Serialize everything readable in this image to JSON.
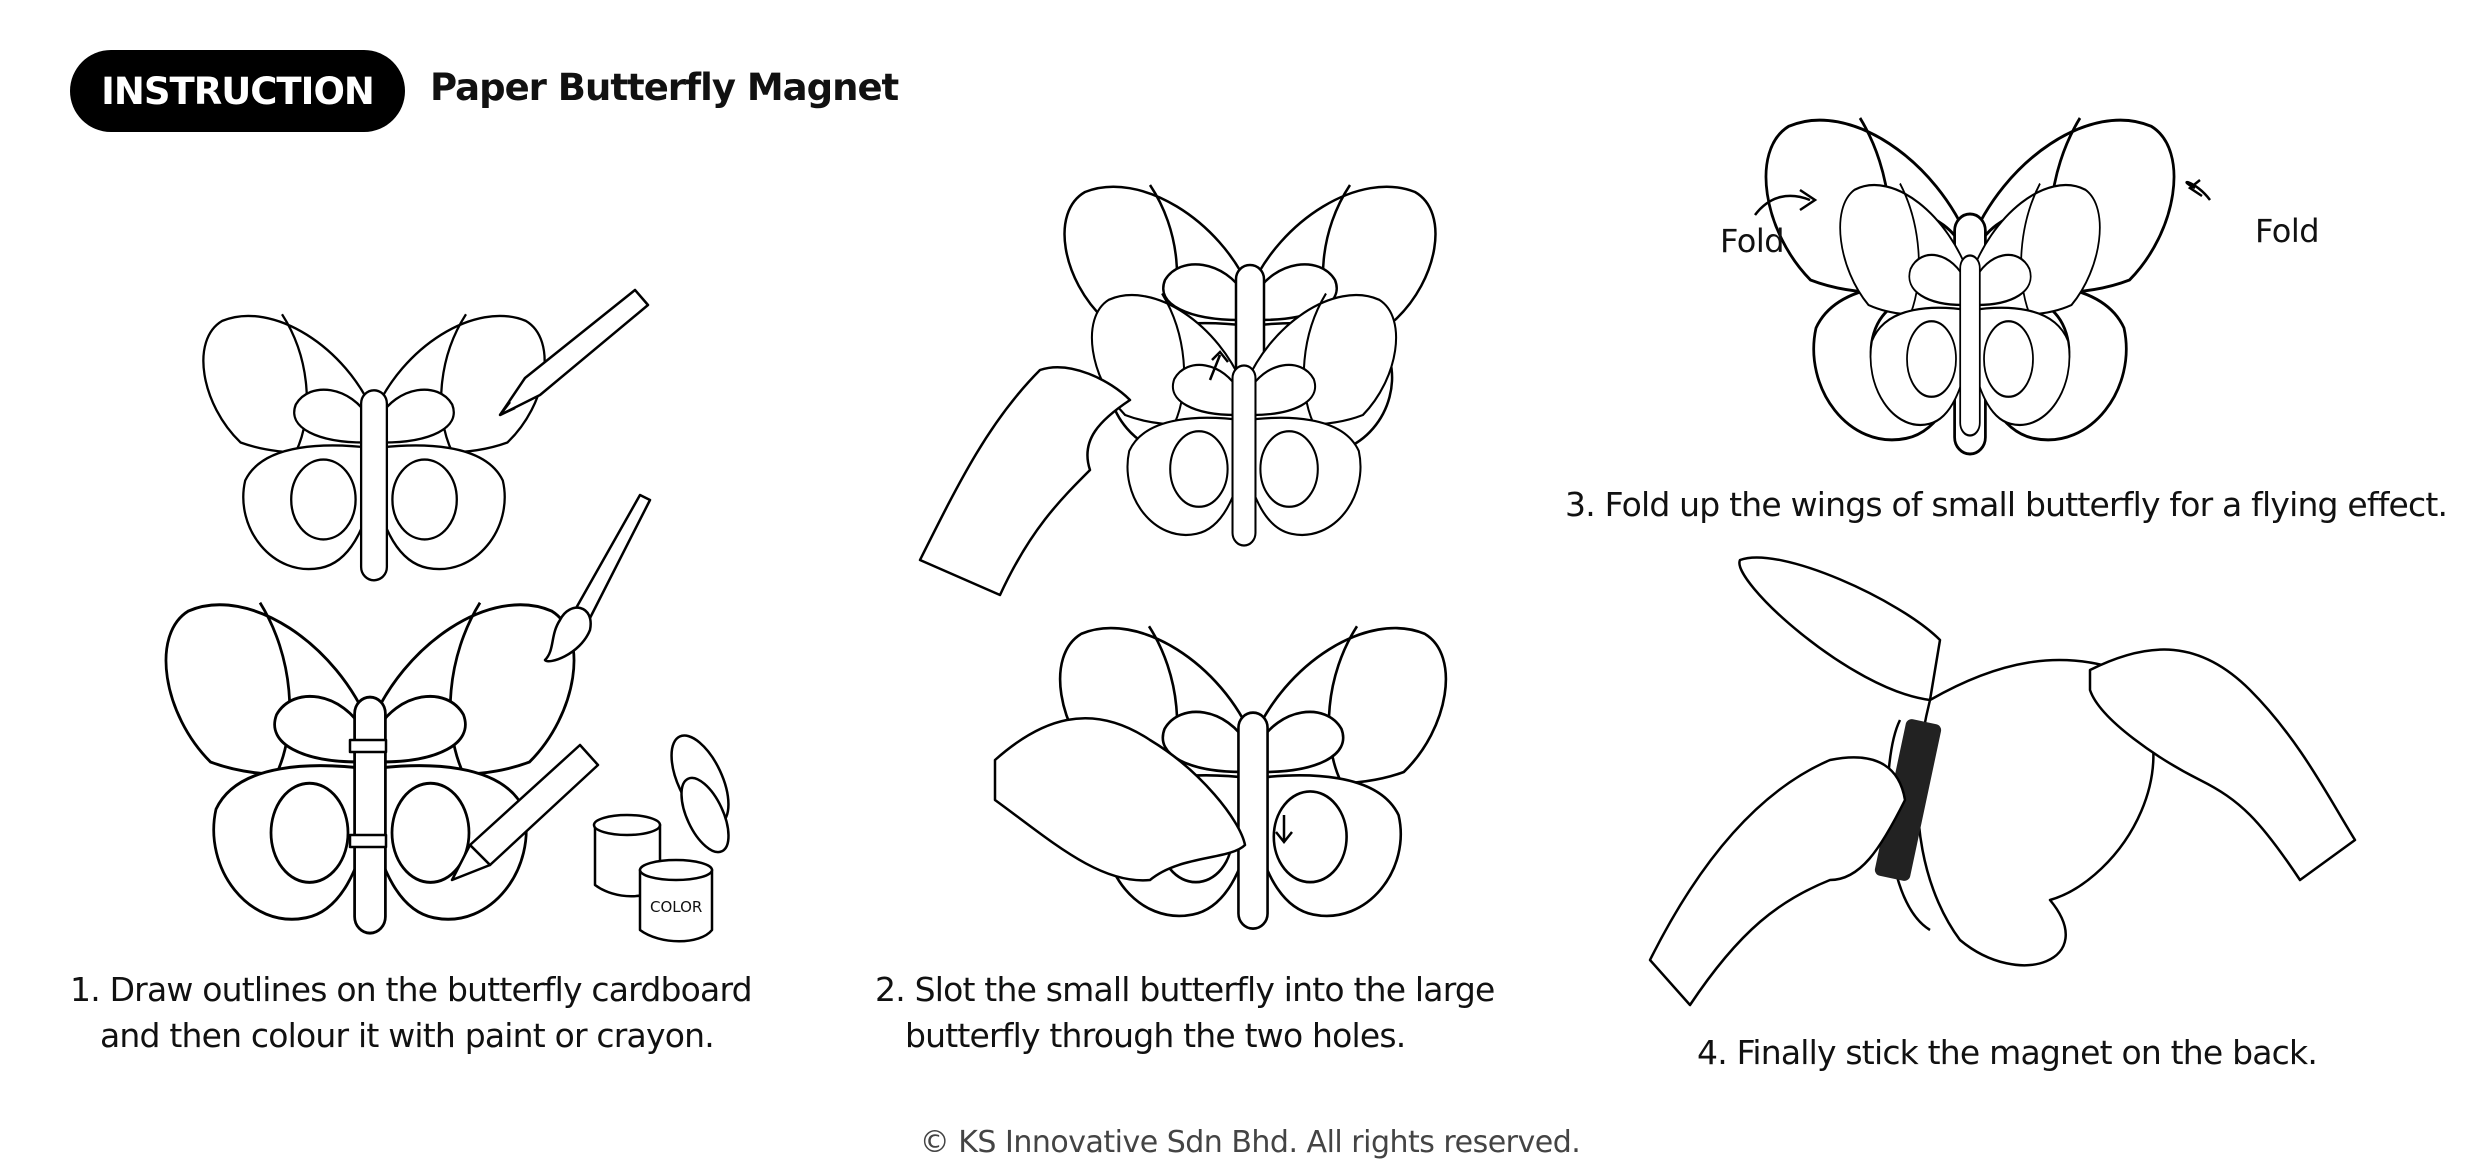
{
  "header": {
    "badge": "INSTRUCTION",
    "title": "Paper Butterfly Magnet"
  },
  "steps": [
    {
      "line1": "1. Draw outlines on the butterfly cardboard",
      "line2": "and then colour it with paint or crayon."
    },
    {
      "line1": "2. Slot the small butterfly into the large",
      "line2": "butterfly through the two holes."
    },
    {
      "line1": "3. Fold up the wings of small butterfly for a flying effect."
    },
    {
      "line1": "4. Finally stick the magnet on the back."
    }
  ],
  "labels": {
    "fold_left": "Fold",
    "fold_right": "Fold",
    "paint_pot": "COLOR"
  },
  "footer": "© KS Innovative Sdn Bhd.  All rights reserved."
}
